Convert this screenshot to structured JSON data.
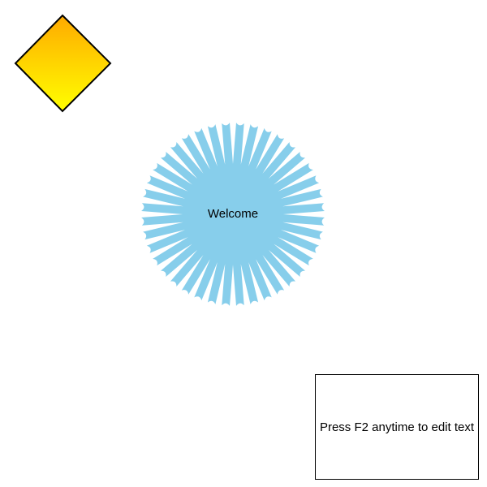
{
  "shapes": {
    "diamond": {
      "fill_top": "#FFAA00",
      "fill_bottom": "#FFFF00",
      "stroke": "#000000"
    },
    "burst": {
      "label": "Welcome",
      "fill": "#87CEEB",
      "petals": 40
    },
    "note": {
      "text": "Press F2 anytime to edit text",
      "stroke": "#000000"
    }
  }
}
